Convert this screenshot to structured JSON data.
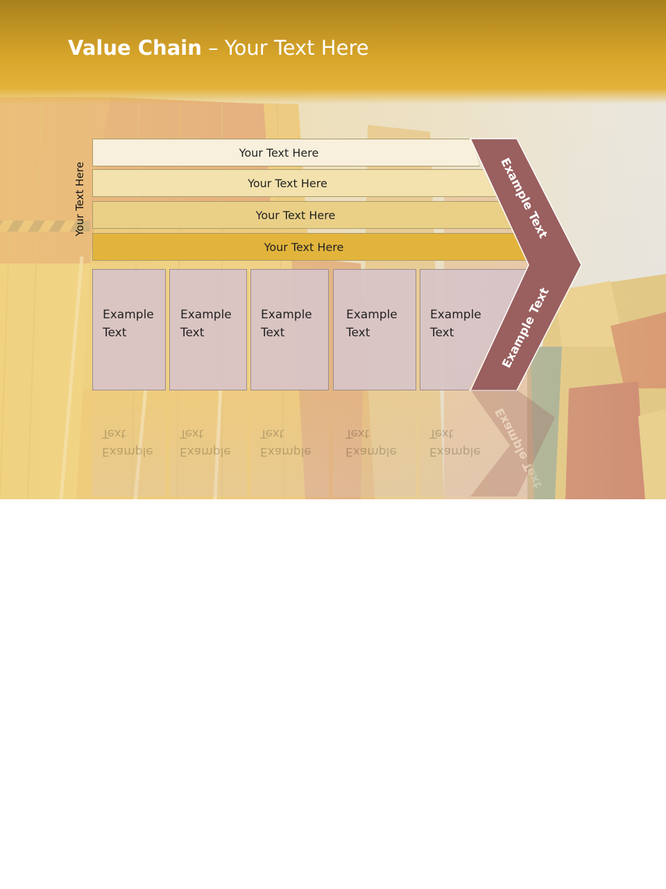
{
  "slide": {
    "title_bold": "Value Chain",
    "title_rest": " – Your Text Here",
    "side_label": "Your Text Here"
  },
  "rows": [
    {
      "label": "Your Text Here",
      "color": "#f8f0dc"
    },
    {
      "label": "Your Text Here",
      "color": "#f3e2ad"
    },
    {
      "label": "Your Text Here",
      "color": "#ead087"
    },
    {
      "label": "Your Text Here",
      "color": "#e2b43c"
    }
  ],
  "boxes": [
    {
      "line1": "Example",
      "line2": "Text"
    },
    {
      "line1": "Example",
      "line2": "Text"
    },
    {
      "line1": "Example",
      "line2": "Text"
    },
    {
      "line1": "Example",
      "line2": "Text"
    },
    {
      "line1": "Example",
      "line2": "Text"
    }
  ],
  "chevron": {
    "upper_text": "Example Text",
    "lower_text": "Example Text",
    "color": "#9a5f5f"
  }
}
